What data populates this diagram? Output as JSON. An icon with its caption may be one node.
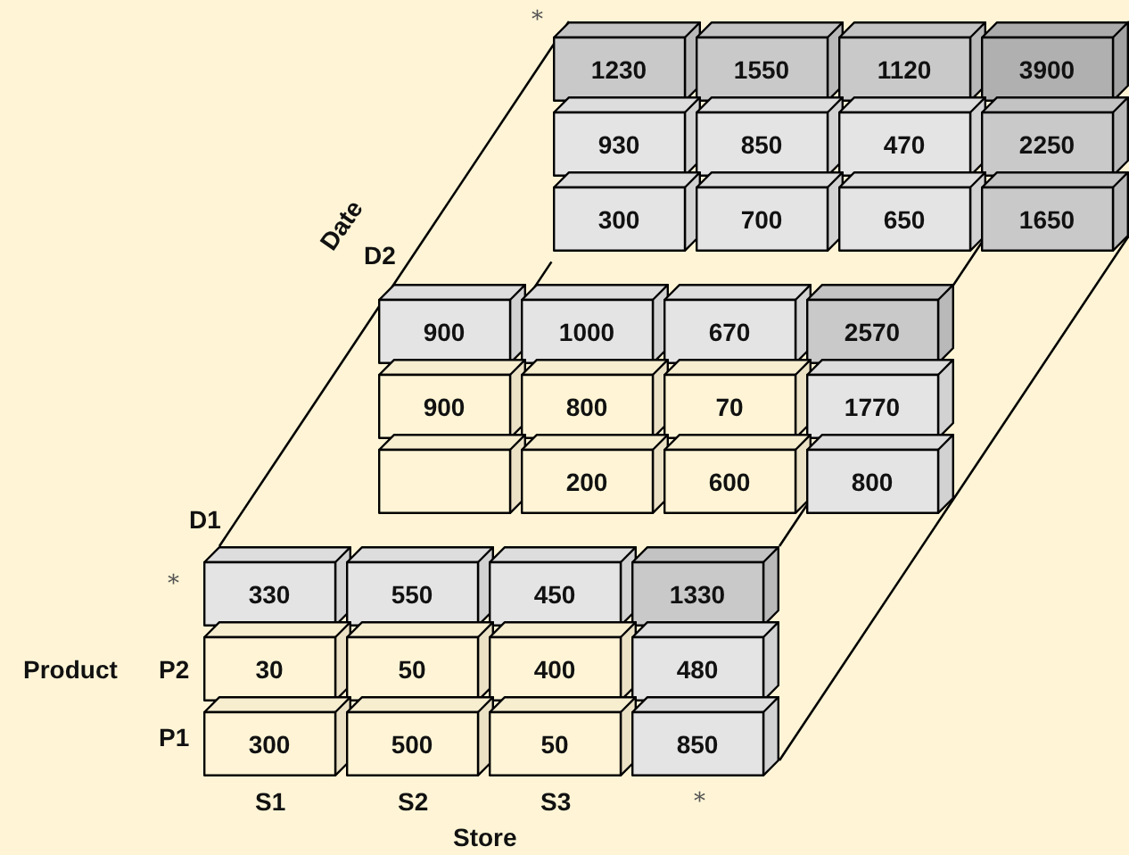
{
  "diagram": {
    "nodes": [
      {
        "text": [
          "1230"
        ]
      },
      {
        "text": [
          "1550"
        ]
      },
      {
        "text": [
          "1120"
        ]
      },
      {
        "text": [
          "3900"
        ]
      },
      {
        "text": [
          "930"
        ]
      },
      {
        "text": [
          "850"
        ]
      },
      {
        "text": [
          "470"
        ]
      },
      {
        "text": [
          "2250"
        ]
      },
      {
        "text": [
          "300"
        ]
      },
      {
        "text": [
          "700"
        ]
      },
      {
        "text": [
          "650"
        ]
      },
      {
        "text": [
          "1650"
        ]
      },
      {
        "text": [
          "900"
        ]
      },
      {
        "text": [
          "1000"
        ]
      },
      {
        "text": [
          "670"
        ]
      },
      {
        "text": [
          "2570"
        ]
      },
      {
        "text": [
          "900"
        ]
      },
      {
        "text": [
          "800"
        ]
      },
      {
        "text": [
          "70"
        ]
      },
      {
        "text": [
          "1770"
        ]
      },
      {
        "text": [],
        "shape": "box"
      },
      {
        "text": [
          "200"
        ]
      },
      {
        "text": [
          "600"
        ]
      },
      {
        "text": [
          "800"
        ]
      },
      {
        "text": [
          "330"
        ]
      },
      {
        "text": [
          "550"
        ]
      },
      {
        "text": [
          "450"
        ]
      },
      {
        "text": [
          "1330"
        ]
      },
      {
        "text": [
          "30"
        ]
      },
      {
        "text": [
          "50"
        ]
      },
      {
        "text": [
          "400"
        ]
      },
      {
        "text": [
          "480"
        ]
      },
      {
        "text": [
          "300"
        ]
      },
      {
        "text": [
          "500"
        ]
      },
      {
        "text": [
          "50"
        ]
      },
      {
        "text": [
          "850"
        ]
      }
    ],
    "edges": [],
    "labels": [
      "*",
      "Date",
      "D2",
      "D1",
      "*",
      "Product",
      "P2",
      "P1",
      "S1",
      "S2",
      "S3",
      "*",
      "Store"
    ]
  }
}
